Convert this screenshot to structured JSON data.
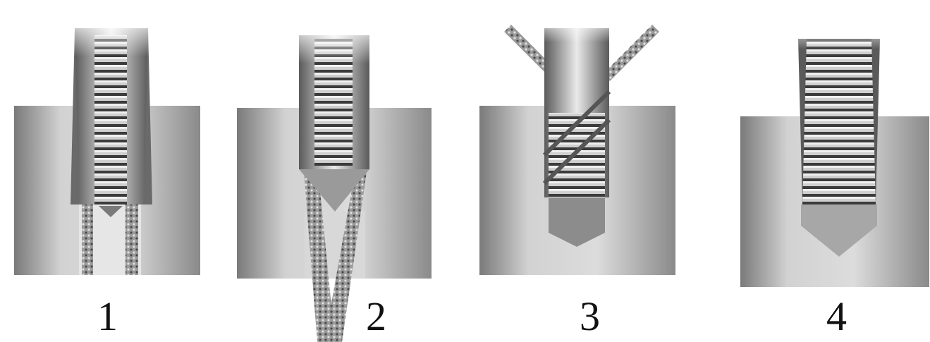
{
  "figure": {
    "panels": [
      {
        "label": "1",
        "type": "straight-flute tap"
      },
      {
        "label": "2",
        "type": "spiral-point tap"
      },
      {
        "label": "3",
        "type": "spiral-flute tap"
      },
      {
        "label": "4",
        "type": "forming tap"
      }
    ],
    "colors": {
      "block_dark": "#7d7d7d",
      "block_light": "#d9d9d9",
      "thread_dark": "#3a3a3a",
      "thread_light": "#e6e6e6",
      "chip": "#8a8a8a"
    }
  }
}
